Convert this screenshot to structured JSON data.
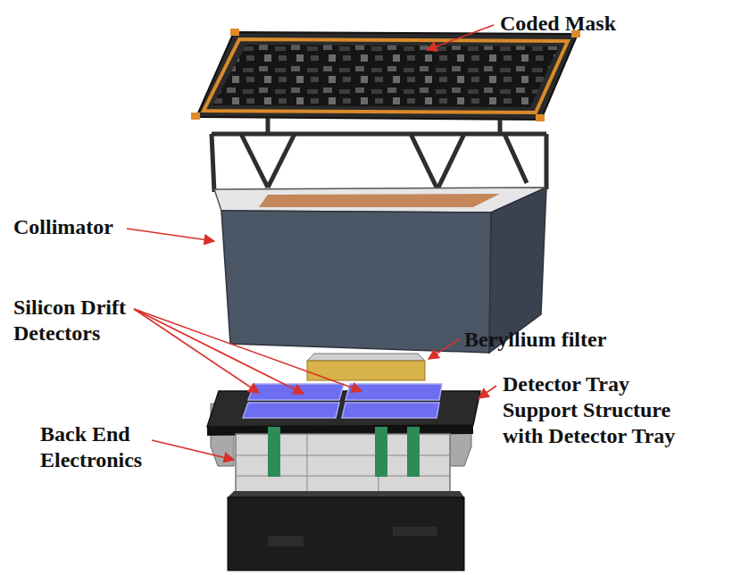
{
  "diagram": {
    "labels": [
      "Coded Mask",
      "Collimator",
      "Silicon Drift Detectors",
      "Beryllium filter",
      "Detector Tray Support Structure with Detector Tray",
      "Back End Electronics"
    ]
  }
}
